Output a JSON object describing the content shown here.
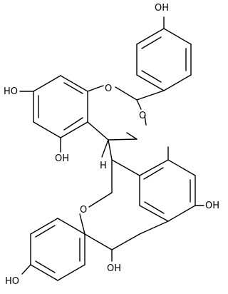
{
  "molecule": {
    "labels": {
      "oh_top": "OH",
      "ho_left": "HO",
      "oh_left_lower": "OH",
      "o_ring_left": "O",
      "o_ring_right": "O",
      "h_bridge": "H",
      "oh_right_mid": "OH",
      "o_ring_bottom": "O",
      "oh_bottom_mid": "OH",
      "ho_bottom_left": "HO"
    }
  }
}
